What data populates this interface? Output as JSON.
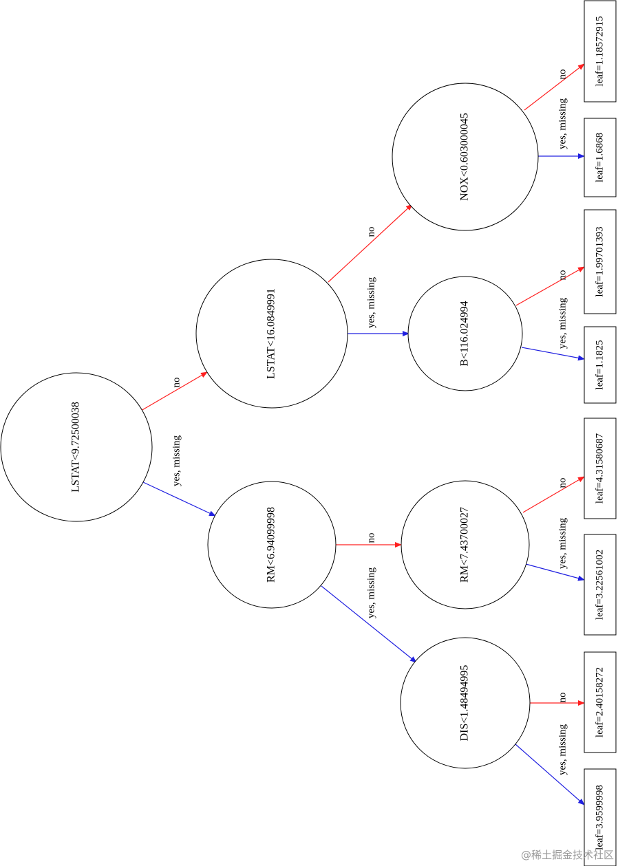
{
  "nodes": [
    {
      "id": "n0",
      "label": "LSTAT<9.72500038"
    },
    {
      "id": "n1",
      "label": "LSTAT<16.0849991"
    },
    {
      "id": "n2",
      "label": "RM<6.94099998"
    },
    {
      "id": "n3",
      "label": "NOX<0.603000045"
    },
    {
      "id": "n4",
      "label": "B<116.024994"
    },
    {
      "id": "n5",
      "label": "RM<7.43700027"
    },
    {
      "id": "n6",
      "label": "DIS<1.48494995"
    }
  ],
  "leaves": [
    {
      "id": "l0",
      "label": "leaf=1.18572915"
    },
    {
      "id": "l1",
      "label": "leaf=1.6868"
    },
    {
      "id": "l2",
      "label": "leaf=1.99701393"
    },
    {
      "id": "l3",
      "label": "leaf=1.1825"
    },
    {
      "id": "l4",
      "label": "leaf=4.31580687"
    },
    {
      "id": "l5",
      "label": "leaf=3.22561002"
    },
    {
      "id": "l6",
      "label": "leaf=2.40158272"
    },
    {
      "id": "l7",
      "label": "leaf=3.9599998"
    }
  ],
  "edges": [
    {
      "from": "n0",
      "to": "n1",
      "label": "no",
      "color": "#ff2020"
    },
    {
      "from": "n0",
      "to": "n2",
      "label": "yes, missing",
      "color": "#2020e0"
    },
    {
      "from": "n1",
      "to": "n3",
      "label": "no",
      "color": "#ff2020"
    },
    {
      "from": "n1",
      "to": "n4",
      "label": "yes, missing",
      "color": "#2020e0"
    },
    {
      "from": "n2",
      "to": "n5",
      "label": "no",
      "color": "#ff2020"
    },
    {
      "from": "n2",
      "to": "n6",
      "label": "yes, missing",
      "color": "#2020e0"
    },
    {
      "from": "n3",
      "to": "l0",
      "label": "no",
      "color": "#ff2020"
    },
    {
      "from": "n3",
      "to": "l1",
      "label": "yes, missing",
      "color": "#2020e0"
    },
    {
      "from": "n4",
      "to": "l2",
      "label": "no",
      "color": "#ff2020"
    },
    {
      "from": "n4",
      "to": "l3",
      "label": "yes, missing",
      "color": "#2020e0"
    },
    {
      "from": "n5",
      "to": "l4",
      "label": "no",
      "color": "#ff2020"
    },
    {
      "from": "n5",
      "to": "l5",
      "label": "yes, missing",
      "color": "#2020e0"
    },
    {
      "from": "n6",
      "to": "l6",
      "label": "no",
      "color": "#ff2020"
    },
    {
      "from": "n6",
      "to": "l7",
      "label": "yes, missing",
      "color": "#2020e0"
    }
  ],
  "watermark": "@稀土掘金技术社区"
}
